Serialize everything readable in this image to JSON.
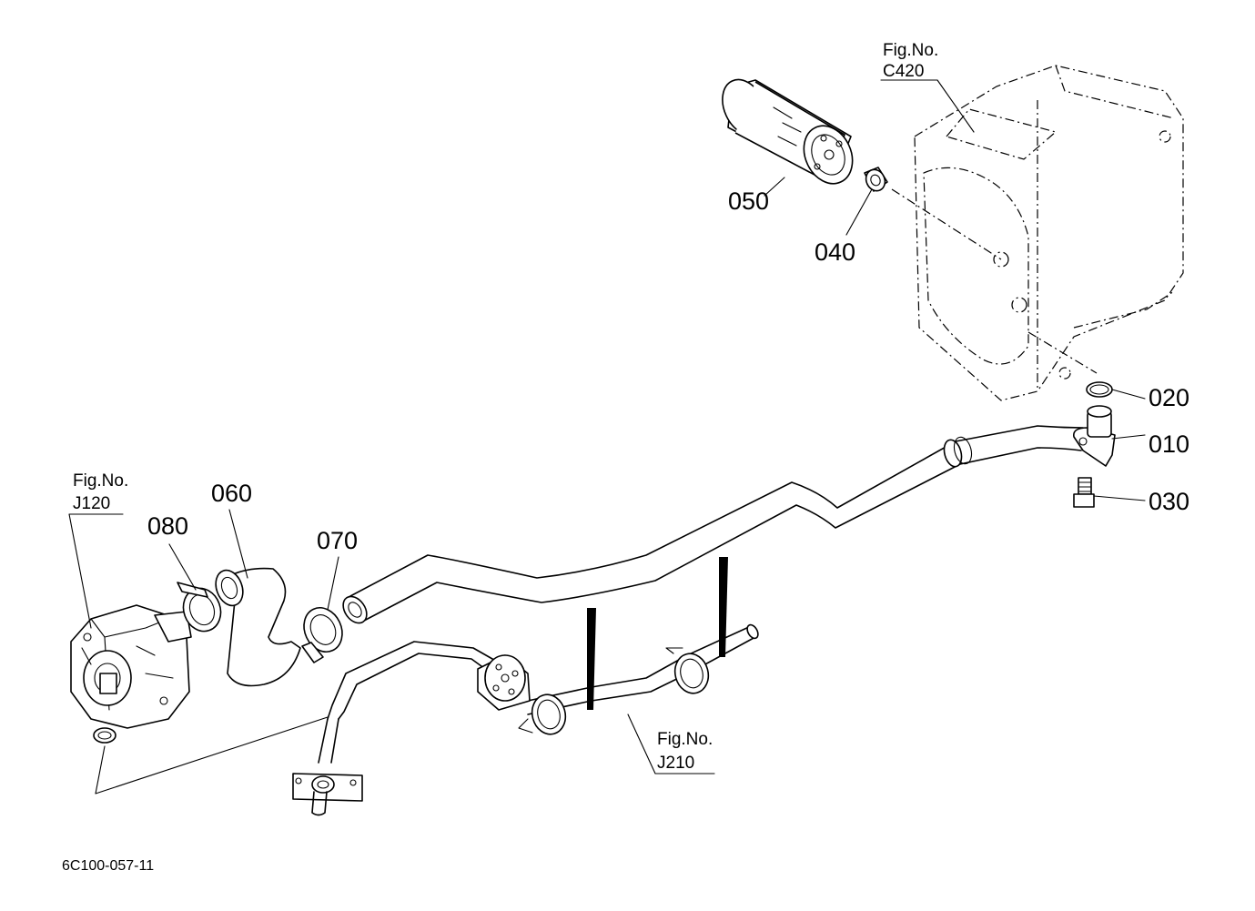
{
  "drawing_code": "6C100-057-11",
  "part_labels": {
    "p010": "010",
    "p020": "020",
    "p030": "030",
    "p040": "040",
    "p050": "050",
    "p060": "060",
    "p070": "070",
    "p080": "080"
  },
  "figure_refs": {
    "c420": {
      "caption": "Fig.No.",
      "code": "C420"
    },
    "j120": {
      "caption": "Fig.No.",
      "code": "J120"
    },
    "j210": {
      "caption": "Fig.No.",
      "code": "J210"
    }
  },
  "colors": {
    "ink": "#000000",
    "paper": "#ffffff"
  }
}
